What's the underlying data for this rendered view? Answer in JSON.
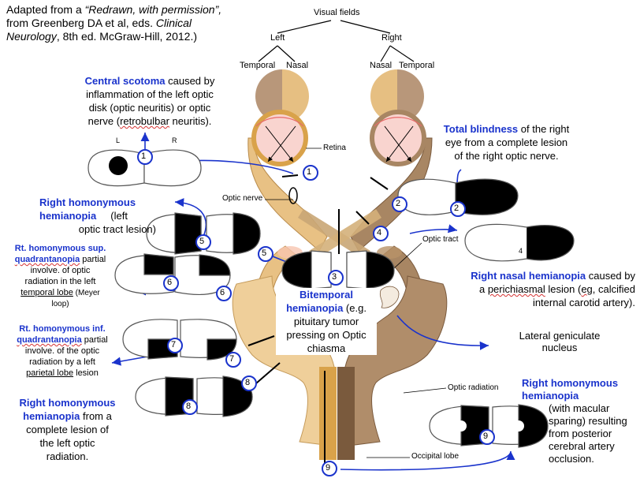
{
  "credit": {
    "line1_pre": "Adapted from a ",
    "line1_italic": "“Redrawn, with permission”,",
    "line2_pre": "from Greenberg DA et al, eds. ",
    "line2_italic": "Clinical",
    "line3_italic": "Neurology",
    "line3_post": ", 8th ed. McGraw-Hill,  2012.)"
  },
  "labels": {
    "visual_fields": "Visual fields",
    "left": "Left",
    "right": "Right",
    "temporal_left": "Temporal",
    "nasal_left": "Nasal",
    "nasal_right": "Nasal",
    "temporal_right": "Temporal",
    "retina": "Retina",
    "optic_nerve": "Optic nerve",
    "optic_tract": "Optic tract",
    "lateral_geniculate_1": "Lateral geniculate",
    "lateral_geniculate_2": "nucleus",
    "optic_radiation": "Optic radiation",
    "occipital_lobe": "Occipital lobe",
    "field_L": "L",
    "field_R": "R",
    "small_4": "4"
  },
  "lesions": {
    "central_scotoma": {
      "title": "Central scotoma",
      "rest1": " caused by",
      "line2": "inflammation of the left optic",
      "line3": "disk (optic neuritis) or optic",
      "line4_pre": "nerve (",
      "line4_sq": "retrobulbar",
      "line4_post": " neuritis)."
    },
    "total_blindness": {
      "title": "Total blindness",
      "rest1": " of the right",
      "line2": "eye from a complete lesion",
      "line3": "of the right optic nerve."
    },
    "right_homonymous_tract": {
      "title1": "Right homonymous",
      "title2": "hemianopia",
      "rest2": "     (left",
      "line3": "optic tract lesion)"
    },
    "right_nasal": {
      "title": "Right nasal hemianopia",
      "rest1": " caused by",
      "line2_pre": "a ",
      "line2_sq": "perichiasmal",
      "line2_post": " lesion (",
      "line2_sq2": "eg",
      "line2_post2": ", calcified",
      "line3": "internal carotid artery)."
    },
    "sup_quadrant": {
      "title1": "Rt. homonymous sup.",
      "title2": "quadrantanopia",
      "rest2": " partial",
      "line3": "involve. of optic",
      "line4": "radiation in the left",
      "line5": "temporal lobe",
      "line5_small": " (Meyer",
      "line6_small": "loop)"
    },
    "bitemporal": {
      "title1": "Bitemporal",
      "title2": "hemianopia",
      "rest2": " (e.g.",
      "line3": "pituitary tumor",
      "line4": "pressing on Optic",
      "line5": "chiasma"
    },
    "inf_quadrant": {
      "title1": "Rt. homonymous inf.",
      "title2": "quadrantanopia",
      "rest2": " partial",
      "line3": "involve. of the optic",
      "line4": "radiation by a left",
      "line5_u": "parietal lobe",
      "line5_post": " lesion"
    },
    "right_homonymous_radiation": {
      "title1": "Right homonymous",
      "title2": "hemianopia",
      "rest2": " from a",
      "line3": "complete lesion of",
      "line4": "the left optic",
      "line5": "radiation."
    },
    "macular_sparing": {
      "title1": "Right homonymous",
      "title2": "hemianopia",
      "line3": "(with macular",
      "line4": "sparing) resulting",
      "line5": "from posterior",
      "line6": "cerebral artery",
      "line7": "occlusion."
    }
  },
  "markers": {
    "m1a": "1",
    "m1b": "1",
    "m2a": "2",
    "m2b": "2",
    "m3": "3",
    "m4": "4",
    "m5a": "5",
    "m5b": "5",
    "m6a": "6",
    "m6b": "6",
    "m7a": "7",
    "m7b": "7",
    "m8a": "8",
    "m8b": "8",
    "m9a": "9",
    "m9b": "9"
  },
  "colors": {
    "annotation_blue": "#1a33cc",
    "squiggle_red": "#d63333",
    "left_pathway": "#e8c184",
    "left_pathway_dark": "#d9a24a",
    "right_pathway": "#a88663",
    "right_pathway_dark": "#7a5a3d",
    "eyeball": "#f9d4cf",
    "field_left": "#b8977a",
    "field_right": "#e6bf82"
  }
}
